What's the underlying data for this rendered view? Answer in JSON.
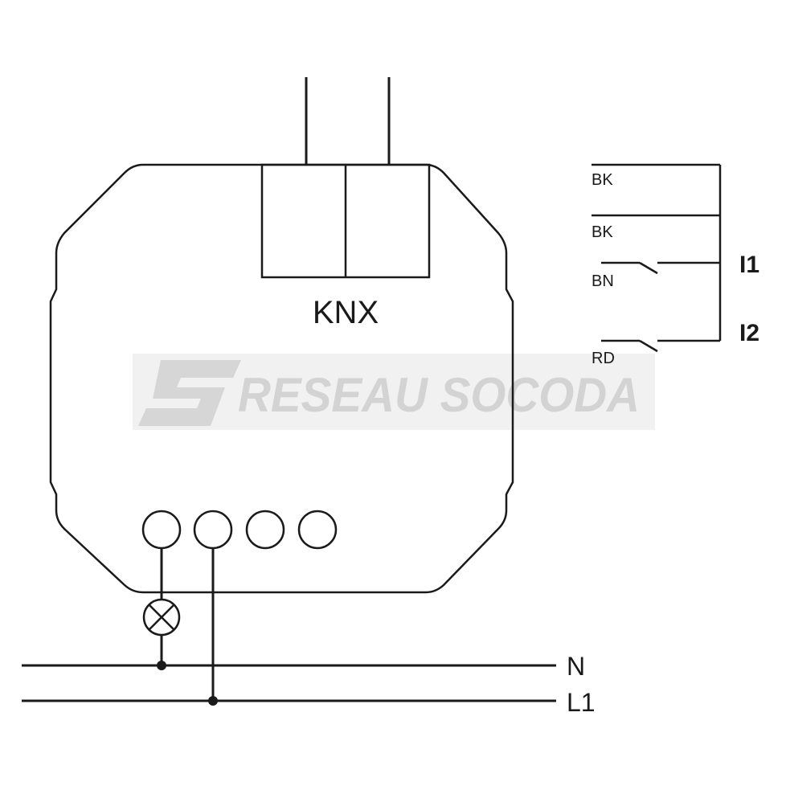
{
  "device": {
    "bus_label": "KNX"
  },
  "inputs": {
    "wires": [
      {
        "id": "bk1",
        "label": "BK"
      },
      {
        "id": "bk2",
        "label": "BK"
      },
      {
        "id": "bn",
        "label": "BN"
      },
      {
        "id": "rd",
        "label": "RD"
      }
    ],
    "groups": [
      {
        "id": "i1",
        "label": "I1"
      },
      {
        "id": "i2",
        "label": "I2"
      }
    ]
  },
  "supply": {
    "neutral_label": "N",
    "line_label": "L1"
  },
  "watermark": {
    "text": "RESEAU SOCODA"
  }
}
